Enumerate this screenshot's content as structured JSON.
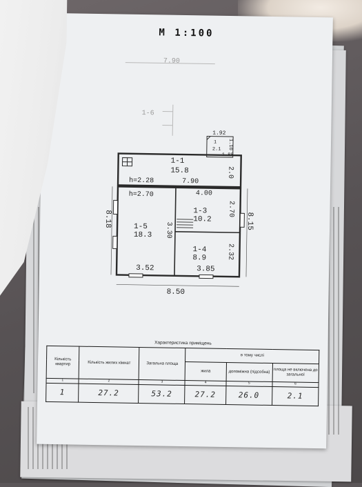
{
  "document": {
    "scale_label": "М 1:100",
    "table": {
      "title": "Характеристика приміщень",
      "headers": {
        "apartments": "Кількість квартир",
        "living_rooms": "Кількість жилих кімнат",
        "total_area": "Загальна площа",
        "in_total": "в тому числі",
        "living": "жила",
        "auxiliary": "допоміжна (підсобна)",
        "not_included": "площа не включена до загальної"
      },
      "column_numbers": [
        "1",
        "2",
        "3",
        "4",
        "5",
        "6"
      ],
      "values": {
        "apartments": "1",
        "living_rooms": "27.2",
        "total_area": "53.2",
        "living": "27.2",
        "auxiliary": "26.0",
        "not_included": "2.1"
      }
    }
  },
  "plan": {
    "ghost_labels": {
      "top": "7.90",
      "left": "1-6"
    },
    "porch": {
      "width": "1.92",
      "label": "1",
      "area": "2.1",
      "depth1": "1.10",
      "depth2": "1.88"
    },
    "rooms": [
      {
        "id": "1-1",
        "area": "15.8"
      },
      {
        "id": "1-3",
        "area": "10.2"
      },
      {
        "id": "1-5",
        "area": "18.3"
      },
      {
        "id": "1-4",
        "area": "8.9"
      }
    ],
    "dimensions": {
      "hall_height": "h=2.28",
      "hall_width": "7.90",
      "hall_depth": "2.0",
      "main_height": "h=2.70",
      "inner_top": "4.00",
      "room_13_depth": "2.70",
      "room_14_depth": "2.32",
      "room_15_depth": "3.30",
      "left_side": "8.18",
      "right_side": "8.15",
      "bottom_left": "3.52",
      "bottom_right": "3.85",
      "overall_width": "8.50"
    }
  }
}
